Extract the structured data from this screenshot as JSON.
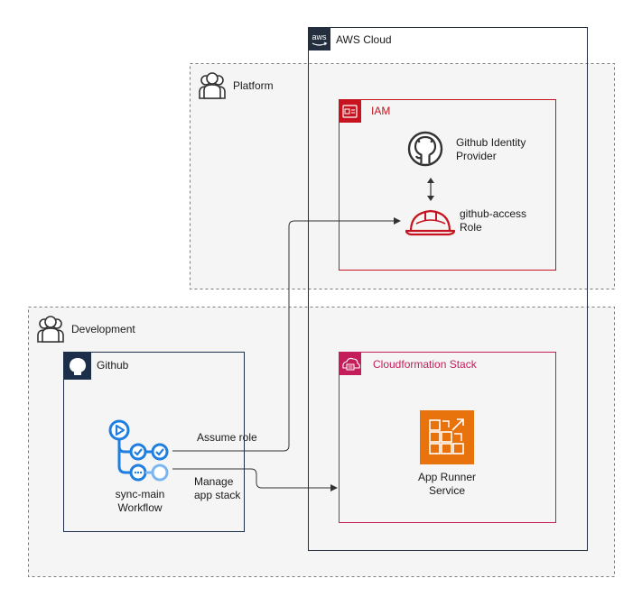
{
  "groups": {
    "aws_cloud": {
      "label": "AWS Cloud",
      "badge": "aws"
    },
    "platform": {
      "label": "Platform"
    },
    "development": {
      "label": "Development"
    },
    "iam": {
      "label": "IAM"
    },
    "cfn_stack": {
      "label": "Cloudformation Stack"
    },
    "github": {
      "label": "Github"
    }
  },
  "nodes": {
    "identity_provider": {
      "line1": "Github Identity",
      "line2": "Provider"
    },
    "access_role": {
      "line1": "github-access",
      "line2": "Role"
    },
    "app_runner": {
      "line1": "App Runner",
      "line2": "Service"
    },
    "workflow": {
      "line1": "sync-main",
      "line2": "Workflow"
    }
  },
  "edges": {
    "assume_role": {
      "label": "Assume role"
    },
    "manage_stack": {
      "line1": "Manage",
      "line2": "app stack"
    }
  },
  "colors": {
    "iam_red": "#c7131f",
    "cfn_pink": "#c41e5a",
    "app_runner_orange": "#e8720c",
    "workflow_blue": "#1f7fe0",
    "workflow_light_blue": "#7cb6f0",
    "github_navy": "#1c2e4a",
    "group_fill": "#f5f5f5"
  }
}
